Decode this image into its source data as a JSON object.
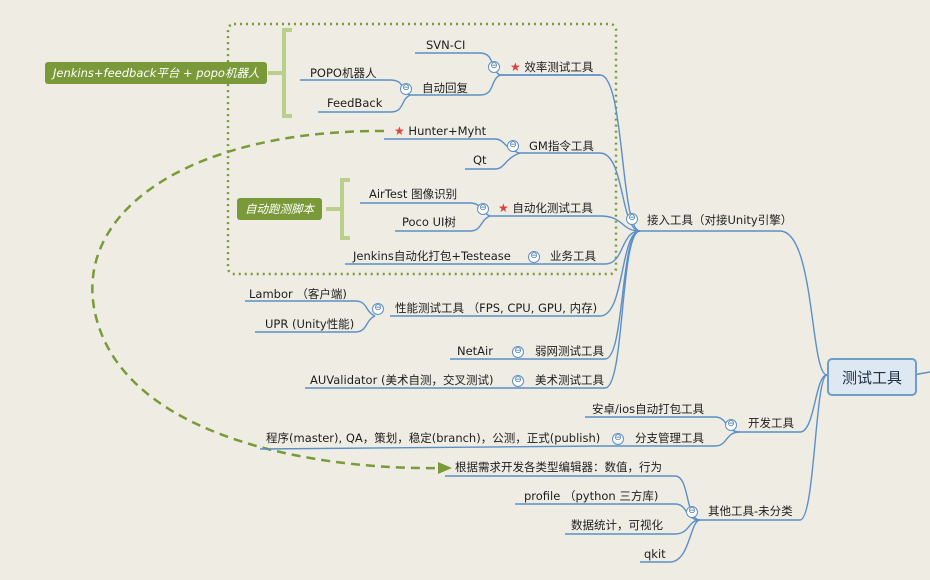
{
  "root": "测试工具",
  "groups": {
    "integration": "接入工具（对接Unity引擎）",
    "dev": "开发工具",
    "other": "其他工具-未分类"
  },
  "integration_children": {
    "efficiency": "效率测试工具",
    "gm": "GM指令工具",
    "automation": "自动化测试工具",
    "business": "业务工具",
    "performance": "性能测试工具 （FPS, CPU, GPU, 内存)",
    "network": "弱网测试工具",
    "art": "美术测试工具"
  },
  "leaves": {
    "svn": "SVN-CI",
    "auto_reply": "自动回复",
    "popo": "POPO机器人",
    "feedback": "FeedBack",
    "hunter": "Hunter+Myht",
    "qt": "Qt",
    "airtest": "AirTest 图像识别",
    "poco": "Poco UI树",
    "jenkins_pack": "Jenkins自动化打包+Testease",
    "lambor": "Lambor （客户端)",
    "upr": "UPR (Unity性能)",
    "netair": "NetAir",
    "auvalidator": "AUValidator (美术自测，交叉测试)",
    "android_ios": "安卓/ios自动打包工具",
    "branch_mgmt": "分支管理工具",
    "branch_desc": "程序(master), QA，策划，稳定(branch)，公测，正式(publish)",
    "editor": "根据需求开发各类型编辑器：数值，行为",
    "profile": "profile （python 三方库)",
    "stats": "数据统计，可视化",
    "qkit": "qkit"
  },
  "tags": {
    "jenkins_feedback": "Jenkins+feedback平台 + popo机器人",
    "auto_script": "自动跑测脚本"
  },
  "collapse_symbol": "⊖",
  "star_symbol": "★",
  "colors": {
    "line": "#5b8fc7",
    "green": "#7a9a3a",
    "bracket": "#b8d08a",
    "star": "#e04040"
  }
}
